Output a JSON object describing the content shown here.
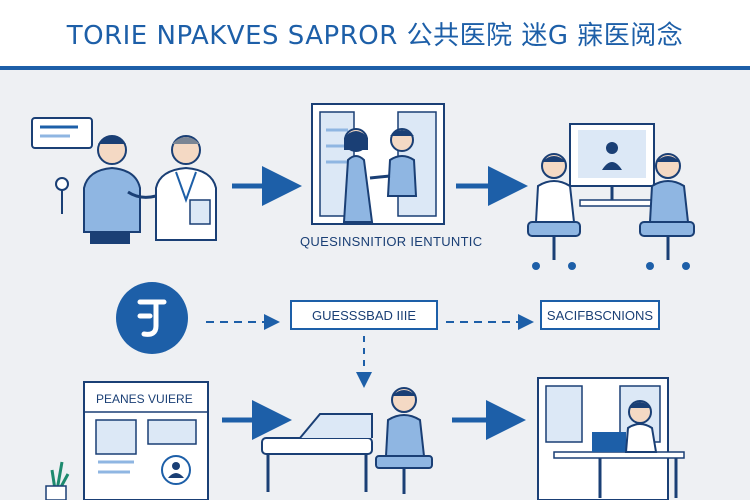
{
  "header": {
    "title": "TORIE NPAKVES SAPROR  公共医院  迷G 寐医阅念"
  },
  "diagram": {
    "caption_row1": "QUESINSNITIOR  IENTUNTIC",
    "box_guessing": "GUESSSBAD IIIE",
    "box_sacif": "SACIFBSCNIONS",
    "board_title": "PEANES VUIERE"
  },
  "colors": {
    "primary": "#1d5fa8",
    "light_blue": "#8fb6e2",
    "background": "#eef0f3",
    "dark_navy": "#1a3f75"
  }
}
